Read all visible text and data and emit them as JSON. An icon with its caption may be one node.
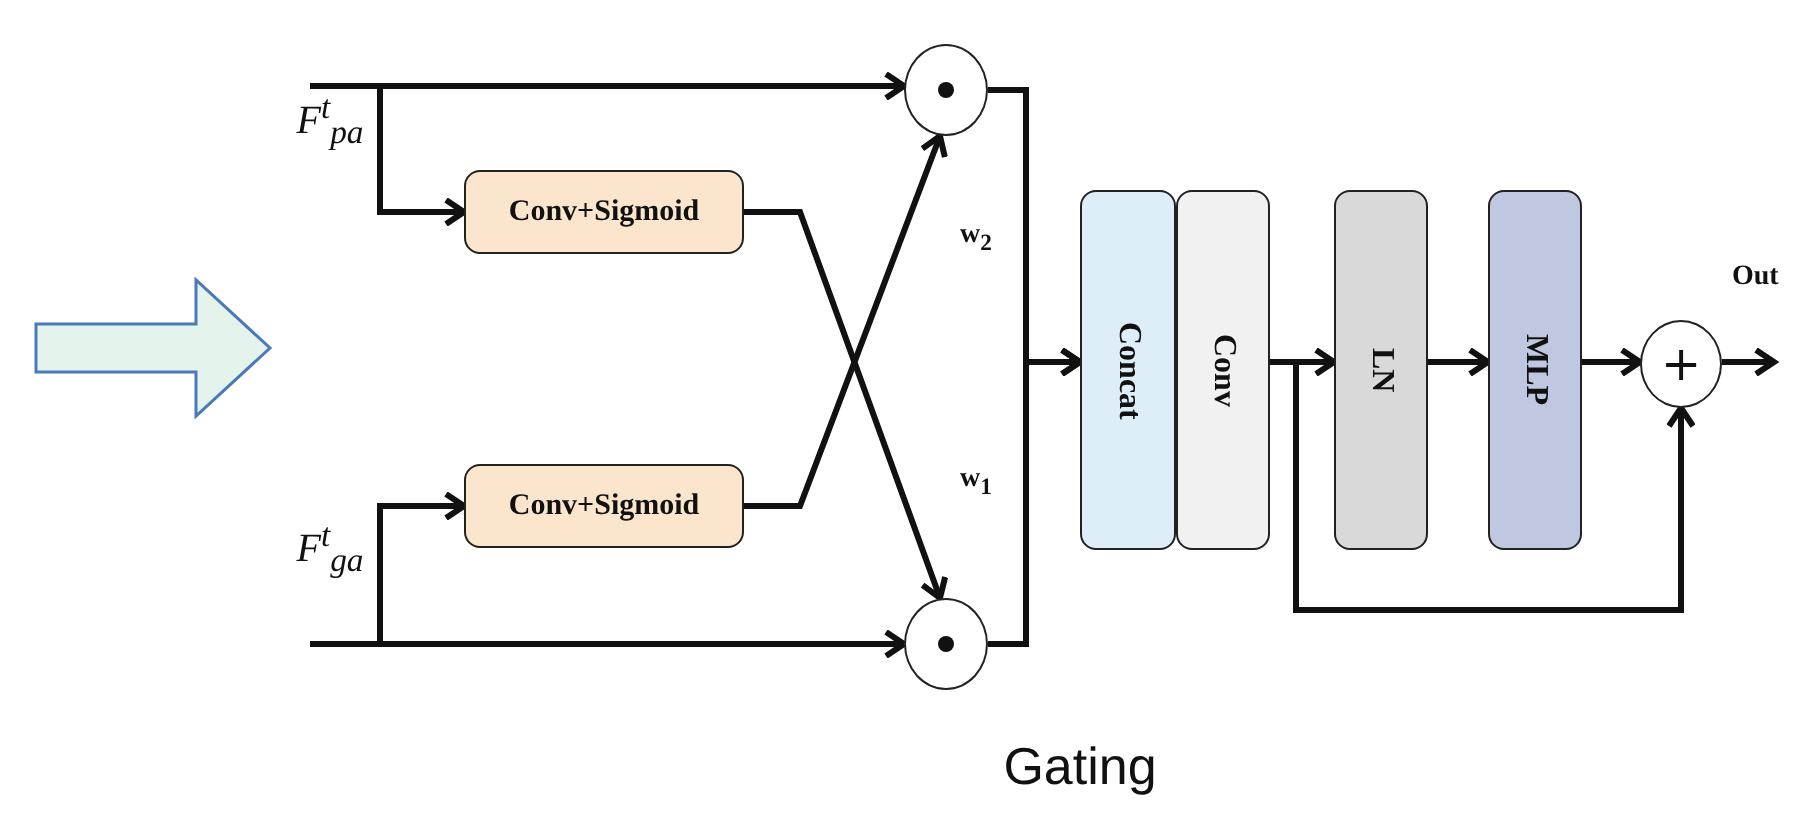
{
  "diagram": {
    "caption": "Gating",
    "nodes": [
      {
        "text": [
          "Conv+Sigmoid"
        ]
      },
      {
        "text": [
          "Conv+Sigmoid"
        ]
      },
      {
        "text": [],
        "shape": "circle"
      },
      {
        "text": [],
        "shape": "circle"
      },
      {
        "text": [
          "Concat"
        ]
      },
      {
        "text": [
          "Conv"
        ]
      },
      {
        "text": [
          "LN"
        ]
      },
      {
        "text": [
          "MLP"
        ]
      },
      {
        "text": [
          "+"
        ]
      },
      {
        "text": [
          "F$^{t}$$_{pa}$"
        ]
      },
      {
        "text": [
          "F$^{t}$$_{ga}$"
        ]
      }
    ],
    "edges": [
      {
        "from": 9,
        "to": 2,
        "arrow": "to"
      },
      {
        "from": 9,
        "to": 0,
        "arrow": "to"
      },
      {
        "from": 10,
        "to": 3,
        "arrow": "to"
      },
      {
        "from": 10,
        "to": 1,
        "arrow": "to"
      },
      {
        "from": 0,
        "to": 3,
        "arrow": "to",
        "label": "w$_{1}$"
      },
      {
        "from": 1,
        "to": 2,
        "arrow": "to",
        "label": "w$_{2}$"
      },
      {
        "from": 2,
        "to": 4,
        "arrow": "to"
      },
      {
        "from": 3,
        "to": 4,
        "arrow": "to"
      },
      {
        "from": 5,
        "to": 6,
        "arrow": "to"
      },
      {
        "from": 6,
        "to": 7,
        "arrow": "to"
      },
      {
        "from": 7,
        "to": 8,
        "arrow": "to"
      },
      {
        "from": 5,
        "to": 8,
        "arrow": "to"
      },
      {
        "from": 8,
        "to": null,
        "arrow": "to",
        "label": "Out"
      }
    ]
  }
}
